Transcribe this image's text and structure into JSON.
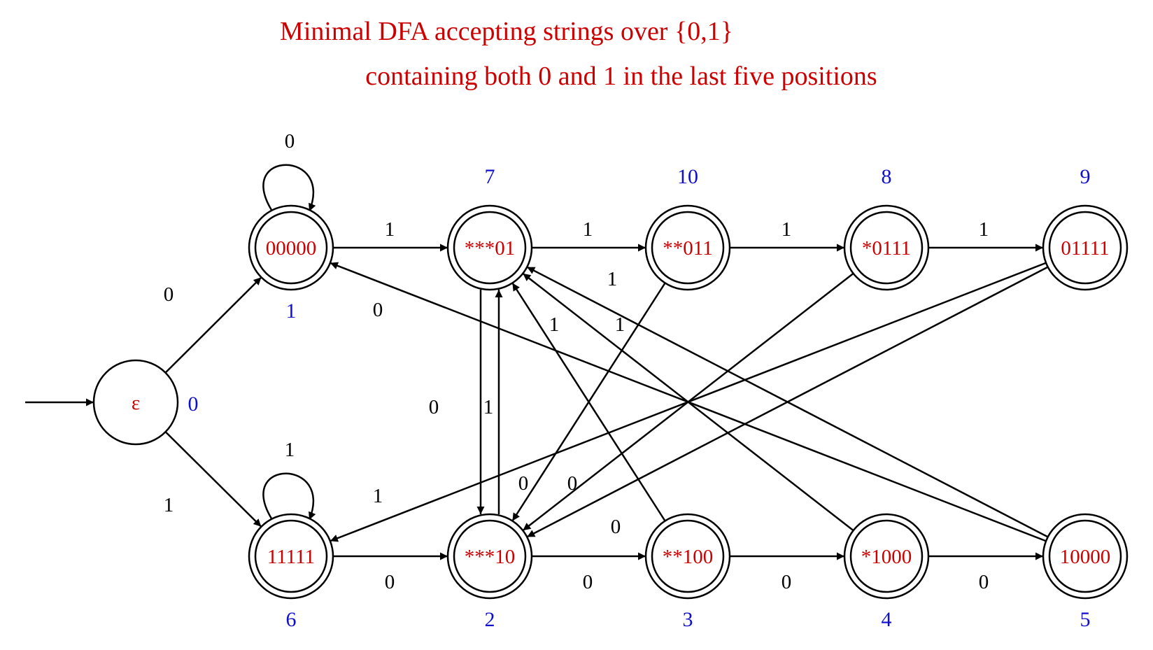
{
  "title_lines": [
    "Minimal DFA accepting strings over {0,1}",
    "containing both 0 and 1 in the last five positions"
  ],
  "colors": {
    "title": "#cc0000",
    "state_label": "#cc0000",
    "state_number": "#1010cc",
    "edge": "#000000"
  },
  "start_state": "0",
  "states": [
    {
      "id": "0",
      "label": "ε",
      "number": "0",
      "accepting": false
    },
    {
      "id": "1",
      "label": "00000",
      "number": "1",
      "accepting": true
    },
    {
      "id": "7",
      "label": "***01",
      "number": "7",
      "accepting": true
    },
    {
      "id": "10",
      "label": "**011",
      "number": "10",
      "accepting": true
    },
    {
      "id": "8",
      "label": "*0111",
      "number": "8",
      "accepting": true
    },
    {
      "id": "9",
      "label": "01111",
      "number": "9",
      "accepting": true
    },
    {
      "id": "6",
      "label": "11111",
      "number": "6",
      "accepting": true
    },
    {
      "id": "2",
      "label": "***10",
      "number": "2",
      "accepting": true
    },
    {
      "id": "3",
      "label": "**100",
      "number": "3",
      "accepting": true
    },
    {
      "id": "4",
      "label": "*1000",
      "number": "4",
      "accepting": true
    },
    {
      "id": "5",
      "label": "10000",
      "number": "5",
      "accepting": true
    }
  ],
  "transitions": [
    {
      "from": "0",
      "to": "1",
      "symbol": "0"
    },
    {
      "from": "0",
      "to": "6",
      "symbol": "1"
    },
    {
      "from": "1",
      "to": "1",
      "symbol": "0"
    },
    {
      "from": "1",
      "to": "7",
      "symbol": "1"
    },
    {
      "from": "7",
      "to": "10",
      "symbol": "1"
    },
    {
      "from": "10",
      "to": "8",
      "symbol": "1"
    },
    {
      "from": "8",
      "to": "9",
      "symbol": "1"
    },
    {
      "from": "6",
      "to": "6",
      "symbol": "1"
    },
    {
      "from": "6",
      "to": "2",
      "symbol": "0"
    },
    {
      "from": "2",
      "to": "3",
      "symbol": "0"
    },
    {
      "from": "3",
      "to": "4",
      "symbol": "0"
    },
    {
      "from": "4",
      "to": "5",
      "symbol": "0"
    },
    {
      "from": "7",
      "to": "2",
      "symbol": "0"
    },
    {
      "from": "2",
      "to": "7",
      "symbol": "1"
    },
    {
      "from": "10",
      "to": "2",
      "symbol": "0"
    },
    {
      "from": "8",
      "to": "2",
      "symbol": "0"
    },
    {
      "from": "9",
      "to": "2",
      "symbol": "0"
    },
    {
      "from": "9",
      "to": "6",
      "symbol": "1"
    },
    {
      "from": "3",
      "to": "7",
      "symbol": "1"
    },
    {
      "from": "4",
      "to": "7",
      "symbol": "1"
    },
    {
      "from": "5",
      "to": "7",
      "symbol": "1"
    },
    {
      "from": "5",
      "to": "1",
      "symbol": "0"
    }
  ]
}
